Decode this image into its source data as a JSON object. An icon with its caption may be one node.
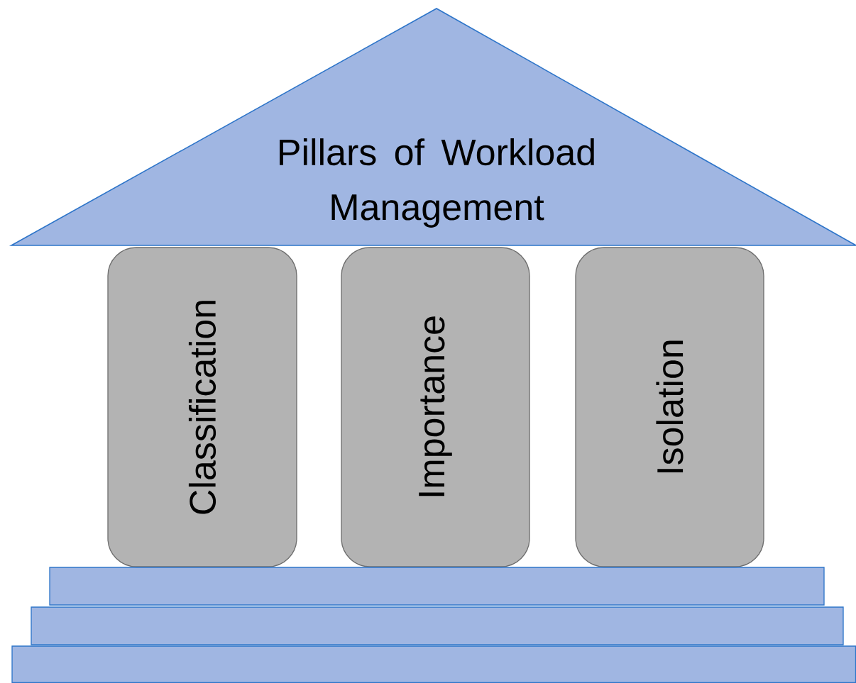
{
  "diagram": {
    "nodes": [
      {
        "text": [
          "Pillars of Workload Management"
        ]
      },
      {
        "text": [
          "Classification"
        ]
      },
      {
        "text": [
          "Importance"
        ]
      },
      {
        "text": [
          "Isolation"
        ]
      },
      {
        "text": [],
        "shape": "box"
      },
      {
        "text": [],
        "shape": "box"
      },
      {
        "text": [],
        "shape": "box"
      }
    ]
  }
}
